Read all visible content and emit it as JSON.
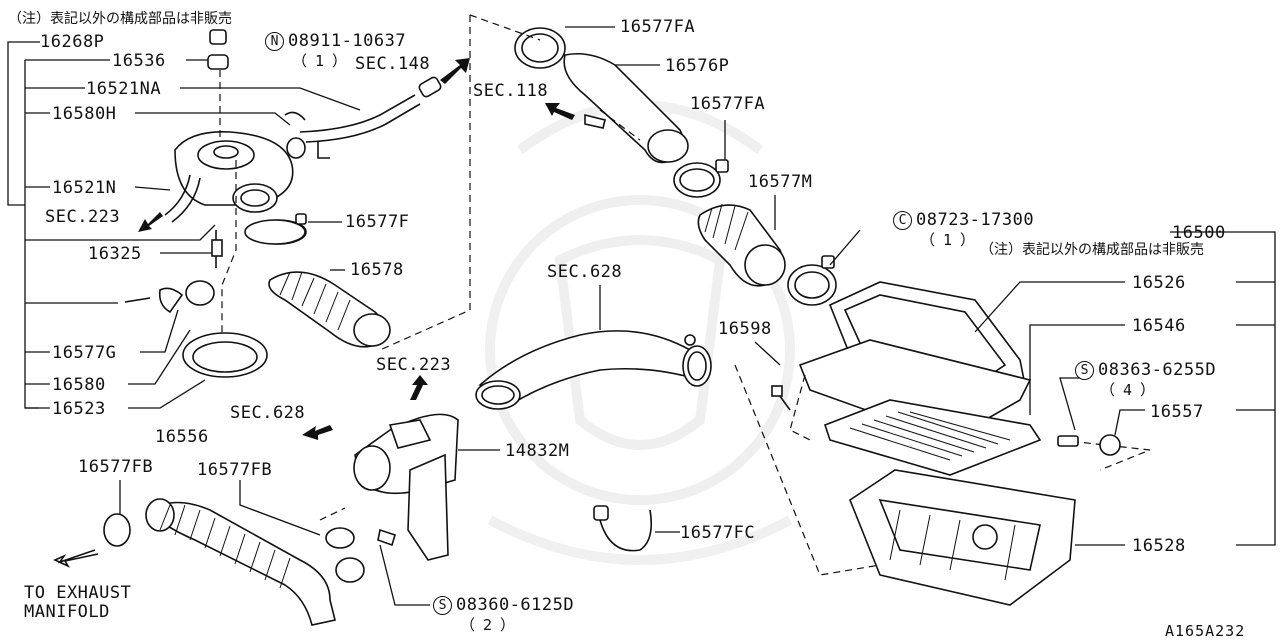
{
  "header_note": "（注）表記以外の構成部品は非販売",
  "right_note": "（注）表記以外の構成部品は非販売",
  "diagram_code": "A165A232",
  "part_numbers": {
    "p16268P": "16268P",
    "p16536": "16536",
    "p16521NA": "16521NA",
    "p16580H": "16580H",
    "p16521N": "16521N",
    "p16325": "16325",
    "p16577G": "16577G",
    "p16580": "16580",
    "p16523": "16523",
    "p16556": "16556",
    "p16577FB_left": "16577FB",
    "p16577FB_mid": "16577FB",
    "p16577FA_top": "16577FA",
    "p16576P": "16576P",
    "p16577FA_mid": "16577FA",
    "p16577M": "16577M",
    "p16577F": "16577F",
    "p16578": "16578",
    "p14832M": "14832M",
    "p16598": "16598",
    "p16577FC": "16577FC",
    "p16500": "16500",
    "p16526": "16526",
    "p16546": "16546",
    "p16557": "16557",
    "p16528": "16528"
  },
  "fasteners": {
    "n08911": {
      "symbol": "N",
      "number": "08911-10637",
      "qty": "（1）"
    },
    "c08723": {
      "symbol": "C",
      "number": "08723-17300",
      "qty": "（1）"
    },
    "s08363": {
      "symbol": "S",
      "number": "08363-6255D",
      "qty": "（4）"
    },
    "s08360": {
      "symbol": "S",
      "number": "08360-6125D",
      "qty": "（2）"
    }
  },
  "section_refs": {
    "sec148": "SEC.148",
    "sec118": "SEC.118",
    "sec223_top": "SEC.223",
    "sec628_top": "SEC.628",
    "sec223_mid": "SEC.223",
    "sec628_left": "SEC.628"
  },
  "exhaust_note": {
    "line1": "TO EXHAUST",
    "line2": "MANIFOLD"
  }
}
